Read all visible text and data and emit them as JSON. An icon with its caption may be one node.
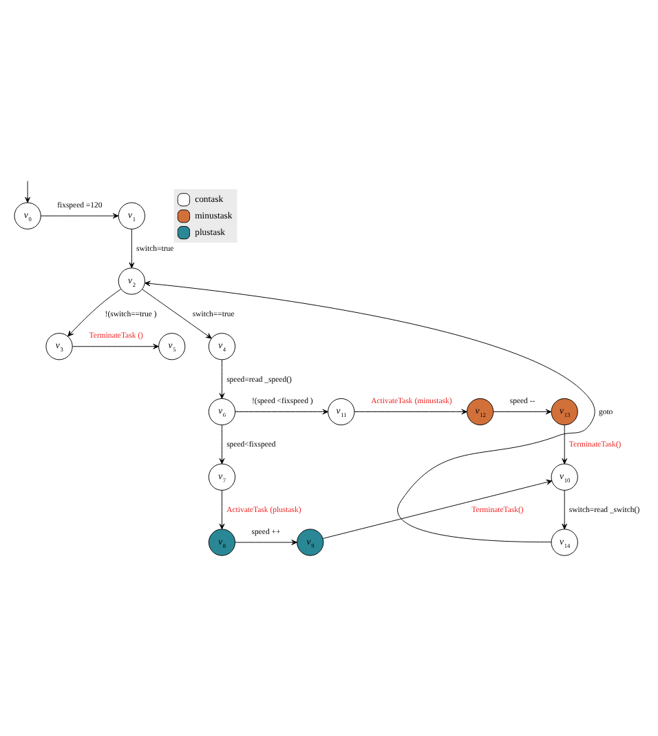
{
  "diagram": {
    "nodes": [
      {
        "text": [
          "v$_{0}$"
        ]
      },
      {
        "text": [
          "v$_{1}$"
        ]
      },
      {
        "text": [
          "v$_{2}$"
        ]
      },
      {
        "text": [
          "v$_{3}$"
        ]
      },
      {
        "text": [
          "v$_{4}$"
        ]
      },
      {
        "text": [
          "v$_{5}$"
        ]
      },
      {
        "text": [
          "v$_{6}$"
        ]
      },
      {
        "text": [
          "v$_{7}$"
        ]
      },
      {
        "text": [
          "v$_{8}$"
        ]
      },
      {
        "text": [
          "v$_{9}$"
        ]
      },
      {
        "text": [
          "v$_{10}$"
        ]
      },
      {
        "text": [
          "v$_{11}$"
        ]
      },
      {
        "text": [
          "v$_{12}$"
        ]
      },
      {
        "text": [
          "v$_{13}$"
        ]
      },
      {
        "text": [
          "v$_{14}$"
        ]
      }
    ],
    "edges": [
      {
        "from": null,
        "to": 0,
        "arrow": "to"
      },
      {
        "from": 0,
        "to": 1,
        "arrow": "to",
        "label": "fixspeed =120"
      },
      {
        "from": 1,
        "to": 2,
        "arrow": "to",
        "label": "switch=true"
      },
      {
        "from": 2,
        "to": 4,
        "arrow": "to",
        "label": "switch==true"
      },
      {
        "from": 2,
        "to": 3,
        "arrow": "to",
        "label": "!(switch==true )"
      },
      {
        "from": 3,
        "to": 5,
        "arrow": "to",
        "label": "TerminateTask ()"
      },
      {
        "from": 4,
        "to": 6,
        "arrow": "to",
        "label": "speed=read _speed()"
      },
      {
        "from": 6,
        "to": 11,
        "arrow": "to",
        "label": "!(speed <fixspeed )"
      },
      {
        "from": 11,
        "to": 12,
        "arrow": "to",
        "label": "ActivateTask (minustask)"
      },
      {
        "from": 12,
        "to": 13,
        "arrow": "to",
        "label": "speed --"
      },
      {
        "from": 13,
        "to": 10,
        "arrow": "to",
        "label": "TerminateTask()"
      },
      {
        "from": 6,
        "to": 7,
        "arrow": "to",
        "label": "speed<fixspeed"
      },
      {
        "from": 7,
        "to": 8,
        "arrow": "to",
        "label": "ActivateTask (plustask)"
      },
      {
        "from": 8,
        "to": 9,
        "arrow": "to",
        "label": "speed ++"
      },
      {
        "from": 9,
        "to": 10,
        "arrow": "to",
        "label": "TerminateTask()"
      },
      {
        "from": 10,
        "to": 14,
        "arrow": "to",
        "label": "switch=read _switch()"
      },
      {
        "from": 14,
        "to": 2,
        "arrow": "to",
        "label": "goto"
      }
    ],
    "legend": [
      {
        "text": "contask",
        "color": "#ffffff"
      },
      {
        "text": "minustask",
        "color": "#d2703a"
      },
      {
        "text": "plustask",
        "color": "#2a8896"
      }
    ]
  }
}
